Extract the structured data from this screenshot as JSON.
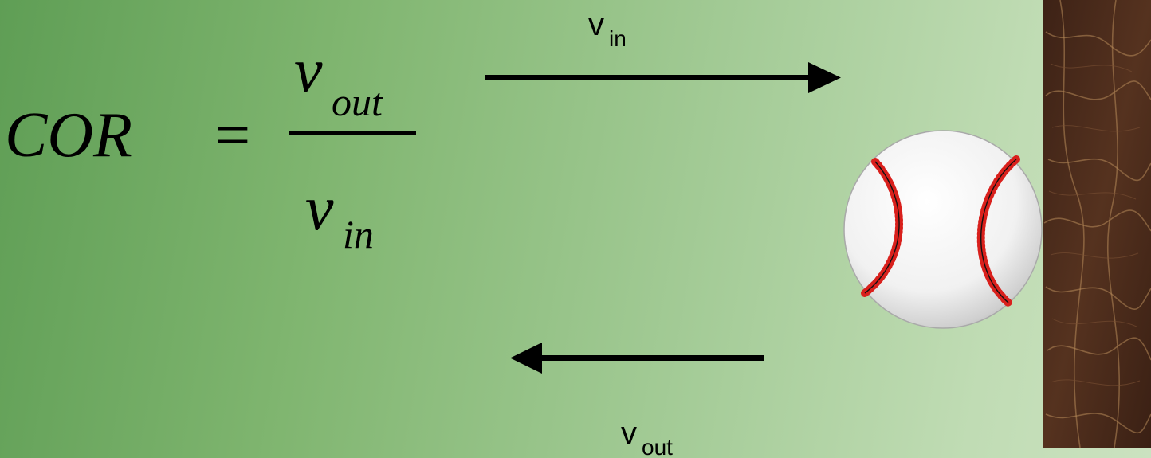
{
  "formula": {
    "lhs": "COR",
    "equals": "=",
    "numerator_base": "v",
    "numerator_sub": "out",
    "denominator_base": "v",
    "denominator_sub": "in"
  },
  "arrow_in": {
    "label_base": "v",
    "label_sub": "in",
    "direction": "right"
  },
  "arrow_out": {
    "label_base": "v",
    "label_sub": "out",
    "direction": "left"
  },
  "ball": {
    "icon": "baseball-icon",
    "seam_color": "#d9201c",
    "stitch_color": "#111111"
  },
  "wall": {
    "icon": "marble-wall",
    "base_color": "#4a2a1c",
    "vein_color": "#b78a5a"
  },
  "colors": {
    "background_start": "#5f9e55",
    "background_end": "#cbe2c0",
    "arrow": "#000000"
  }
}
